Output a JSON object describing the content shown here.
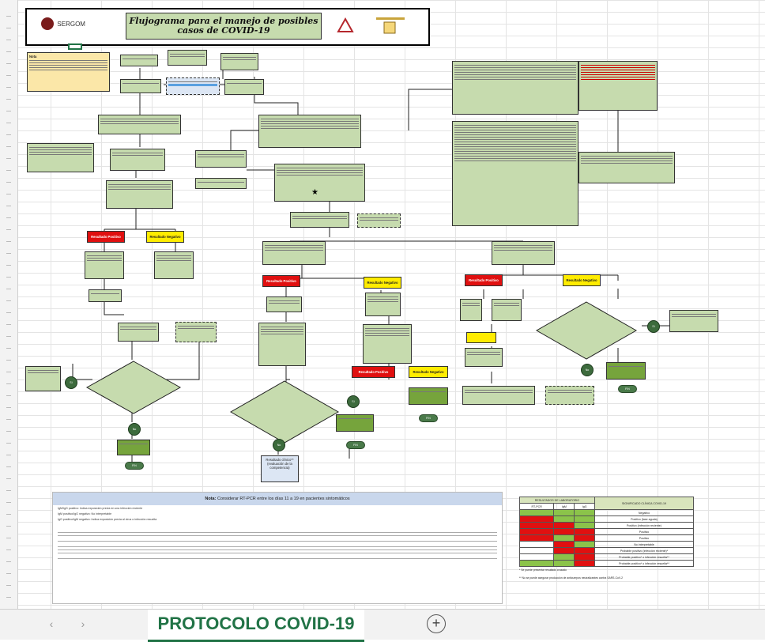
{
  "header": {
    "title_line1": "Flujograma para el manejo de posibles",
    "title_line2": "casos de COVID-19",
    "logo_left_text": "SERGOM"
  },
  "flow": {
    "red_label": "Resultado Positivo",
    "yellow_label": "Resultado Negativo",
    "bottom_blue_box": "Resultado clínico** (evaluación de la competencia)",
    "pill_text": "FIN",
    "circle_yes": "Sí",
    "circle_no": "No"
  },
  "note": {
    "heading_bold": "Nota:",
    "heading_text": "Considerar RT-PCR entre los días 11 a 19 en pacientes sintomáticos",
    "line1": "IgM/IgG positivo: Indica exposición previa en una infección reciente",
    "line2": "IgM positivo/IgG negativo: No interpretable",
    "line3": "IgG positivo/IgM negativo: Indica exposición previa al virus o infección resuelta"
  },
  "lab_table": {
    "header_left": "RESULTADOS DE LABORATORIO",
    "header_right": "SIGNIFICADO CLÍNICA COVID-19",
    "col1": "RT-PCR",
    "col2": "IgM",
    "col3": "IgG",
    "rows": [
      "Negativo",
      "Positivo (fase aguda)",
      "Positivo (infección reciente)",
      "Positivo",
      "Positivo",
      "No interpretable",
      "Probable positivo (infección reciente)*",
      "Probable positivo* o infección resuelta**",
      "Probable positivo* o infección resuelta**"
    ],
    "foot1": "* Se puede presentar resultado cruzado",
    "foot2": "** No se puede asegurar producción de anticuerpos neutralizantes contra SARS-CoV-2"
  },
  "sheet_tabs": {
    "active": "PROTOCOLO COVID-19",
    "prev_icon": "chevron-left-icon",
    "next_icon": "chevron-right-icon",
    "add_icon": "plus-circle-icon"
  },
  "colors": {
    "box_green": "#c6dbae",
    "red": "#e01010",
    "yellow": "#ffec00",
    "accent": "#217346"
  }
}
